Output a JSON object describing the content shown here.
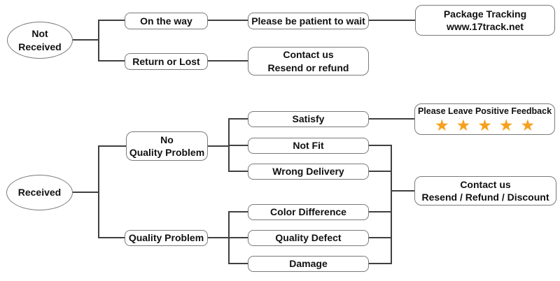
{
  "colors": {
    "background": "#ffffff",
    "connector": "#404040",
    "node_border": "#7a7a7a",
    "node_fill": "#ffffff",
    "text": "#111111",
    "star": "#F6A01D"
  },
  "not_received_flow": {
    "root": "Not\nReceived",
    "on_the_way": "On the way",
    "be_patient": "Please be patient to wait",
    "package_tracking": "Package Tracking\nwww.17track.net",
    "return_or_lost": "Return or Lost",
    "contact_us": "Contact us\nResend or refund"
  },
  "received_flow": {
    "root": "Received",
    "no_quality_problem": "No\nQuality Problem",
    "quality_problem": "Quality Problem",
    "satisfy": "Satisfy",
    "not_fit": "Not Fit",
    "wrong_delivery": "Wrong Delivery",
    "feedback_title": "Please Leave Positive Feedback",
    "star_glyph": "★",
    "star_count": 5,
    "color_difference": "Color Difference",
    "quality_defect": "Quality Defect",
    "damage": "Damage",
    "contact_us": "Contact us\nResend / Refund / Discount"
  }
}
